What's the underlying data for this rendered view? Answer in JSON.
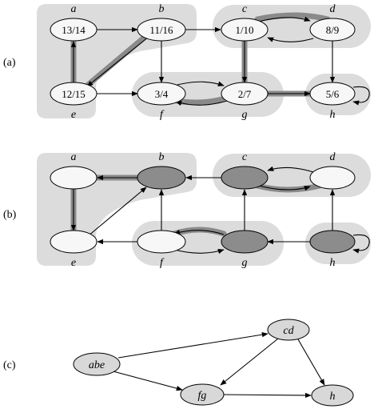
{
  "panel_a": {
    "label": "(a)",
    "vertices": [
      {
        "id": "a",
        "name": "a",
        "times": "13/14"
      },
      {
        "id": "b",
        "name": "b",
        "times": "11/16"
      },
      {
        "id": "c",
        "name": "c",
        "times": "1/10"
      },
      {
        "id": "d",
        "name": "d",
        "times": "8/9"
      },
      {
        "id": "e",
        "name": "e",
        "times": "12/15"
      },
      {
        "id": "f",
        "name": "f",
        "times": "3/4"
      },
      {
        "id": "g",
        "name": "g",
        "times": "2/7"
      },
      {
        "id": "h",
        "name": "h",
        "times": "5/6"
      }
    ]
  },
  "panel_b": {
    "label": "(b)",
    "vertices": [
      {
        "id": "a",
        "name": "a"
      },
      {
        "id": "b",
        "name": "b"
      },
      {
        "id": "c",
        "name": "c"
      },
      {
        "id": "d",
        "name": "d"
      },
      {
        "id": "e",
        "name": "e"
      },
      {
        "id": "f",
        "name": "f"
      },
      {
        "id": "g",
        "name": "g"
      },
      {
        "id": "h",
        "name": "h"
      }
    ]
  },
  "panel_c": {
    "label": "(c)",
    "components": [
      {
        "id": "abe",
        "name": "abe"
      },
      {
        "id": "cd",
        "name": "cd"
      },
      {
        "id": "fg",
        "name": "fg"
      },
      {
        "id": "h",
        "name": "h"
      }
    ]
  },
  "colors": {
    "region": "#dcdcdc",
    "tree_edge": "#8a8a8a",
    "node_light": "#f7f7f7",
    "node_dark": "#8c8c8c",
    "component_node": "#d8d8d8",
    "stroke": "#000000"
  }
}
